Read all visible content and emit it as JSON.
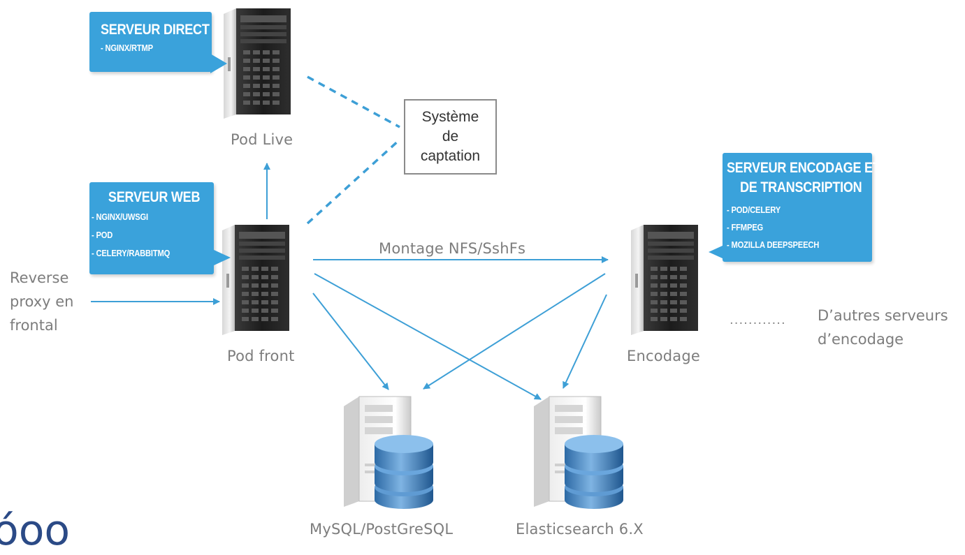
{
  "nodes": {
    "pod_live": "Pod Live",
    "pod_front": "Pod front",
    "encodage": "Encodage",
    "mysql": "MySQL/PostGreSQL",
    "elasticsearch": "Elasticsearch 6.X"
  },
  "captation": "Système\nde\ncaptation",
  "reverse_proxy": "Reverse\nproxy en\nfrontal",
  "montage": "Montage NFS/SshFs",
  "dots": "............",
  "other_servers": "D’autres serveurs\nd’encodage",
  "callouts": {
    "direct": {
      "title": "SERVEUR DIRECT",
      "items": [
        "- NGINX/RTMP"
      ]
    },
    "web": {
      "title": "SERVEUR WEB",
      "items": [
        "- NGINX/UWSGI",
        "- POD",
        "- CELERY/RABBITMQ"
      ]
    },
    "encodage": {
      "title_line1": "SERVEUR ENCODAGE ET",
      "title_line2": "DE TRANSCRIPTION",
      "items": [
        "- POD/CELERY",
        "- FFMPEG",
        "- MOZILLA DEEPSPEECH"
      ]
    }
  },
  "logo": "óoo",
  "colors": {
    "callout": "#3aa2db",
    "arrow": "#3d9fd6",
    "label": "#7d7d7d"
  },
  "icons": [
    "tower-server-icon",
    "database-server-icon"
  ]
}
